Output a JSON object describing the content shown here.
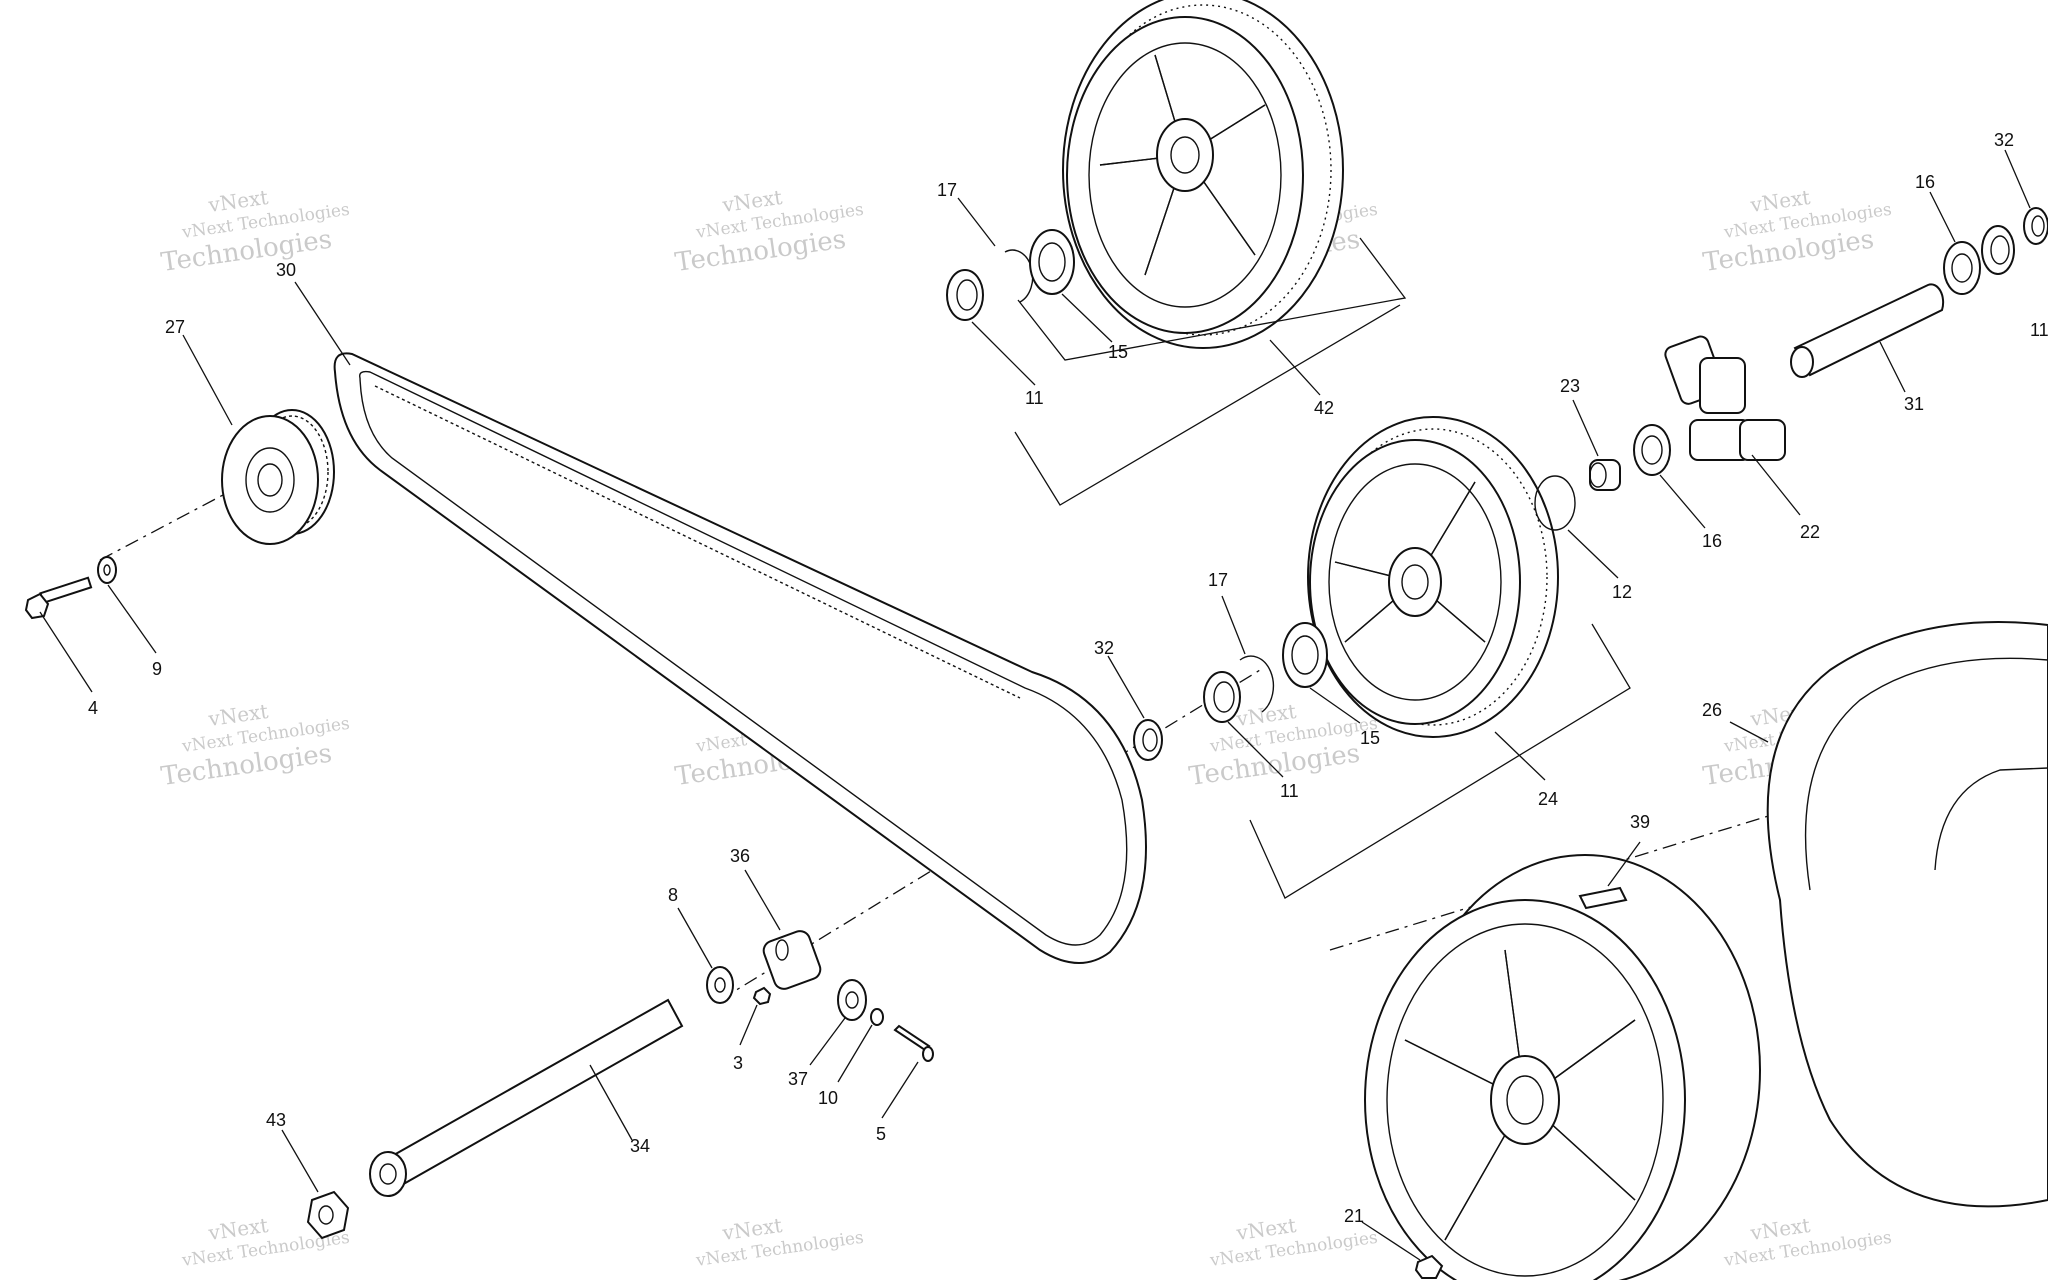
{
  "diagram": {
    "type": "exploded-parts-diagram",
    "watermark": {
      "line1": "vNext Technologies",
      "line2": "Technologies",
      "corner": "vNext"
    },
    "callouts": [
      "17",
      "11",
      "15",
      "42",
      "30",
      "27",
      "4",
      "9",
      "32",
      "16",
      "31",
      "23",
      "22",
      "12",
      "24",
      "26",
      "39",
      "36",
      "8",
      "3",
      "37",
      "10",
      "5",
      "34",
      "43",
      "21"
    ],
    "labels": {
      "c17a": "17",
      "c11a": "11",
      "c15a": "15",
      "c42": "42",
      "c30": "30",
      "c27": "27",
      "c4": "4",
      "c9": "9",
      "c32a": "32",
      "c16a": "16",
      "c11c": "11",
      "c31": "31",
      "c23": "23",
      "c16b": "16",
      "c22": "22",
      "c12": "12",
      "c17b": "17",
      "c32b": "32",
      "c11b": "11",
      "c15b": "15",
      "c24": "24",
      "c26": "26",
      "c39": "39",
      "c36": "36",
      "c8": "8",
      "c3": "3",
      "c37": "37",
      "c10": "10",
      "c5": "5",
      "c34": "34",
      "c43": "43",
      "c21": "21"
    }
  }
}
